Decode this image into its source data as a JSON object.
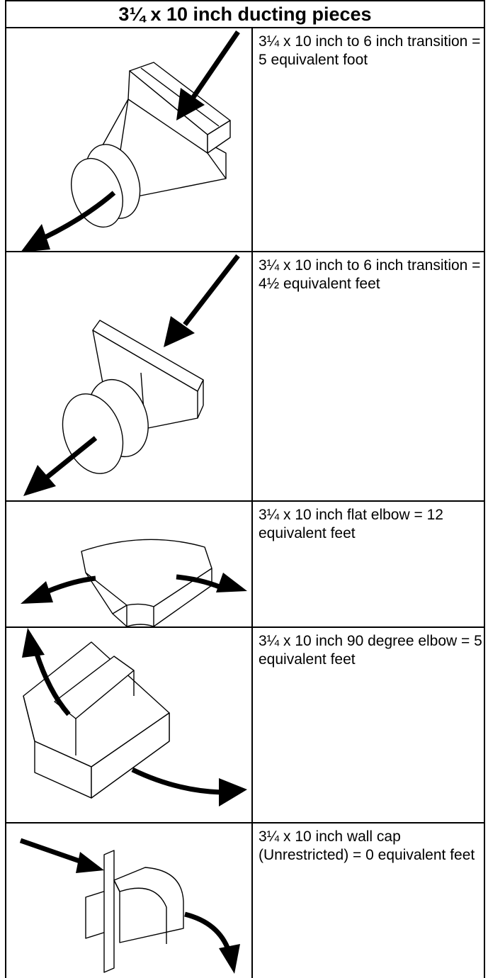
{
  "title": "3¼ x 10 inch ducting pieces",
  "rows": [
    {
      "description": "3¼ x 10 inch to 6 inch transition = 5 equivalent foot",
      "icon": "transition-icon"
    },
    {
      "description": "3¼ x 10 inch to 6 inch transition = 4½ equivalent feet",
      "icon": "short-transition-icon"
    },
    {
      "description": "3¼ x 10 inch flat elbow = 12 equivalent feet",
      "icon": "flat-elbow-icon"
    },
    {
      "description": "3¼ x 10 inch 90 degree elbow = 5 equivalent feet",
      "icon": "elbow-90-icon"
    },
    {
      "description": "3¼ x 10 inch wall cap (Unrestricted) = 0 equivalent feet",
      "icon": "wall-cap-icon"
    }
  ]
}
